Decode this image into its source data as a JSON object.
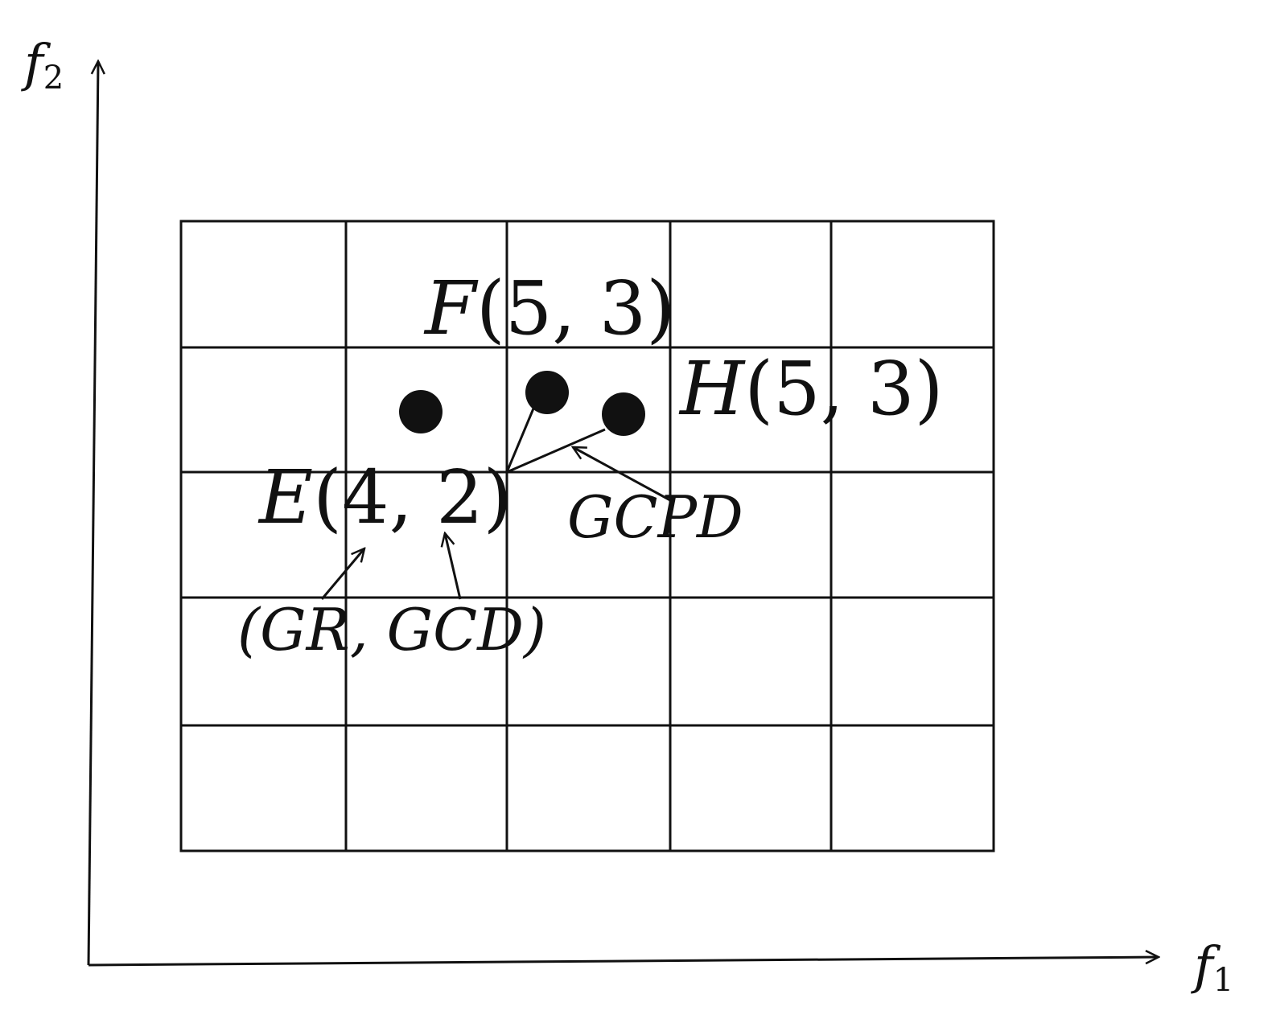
{
  "axes": {
    "x": {
      "name": "f",
      "subscript": "1"
    },
    "y": {
      "name": "f",
      "subscript": "2"
    }
  },
  "grid": {
    "columns": 5,
    "rows": 5
  },
  "points": [
    {
      "id": "E",
      "label_letter": "E",
      "label_coords": "(4, 2)"
    },
    {
      "id": "F",
      "label_letter": "F",
      "label_coords": "(5, 3)"
    },
    {
      "id": "H",
      "label_letter": "H",
      "label_coords": "(5, 3)"
    }
  ],
  "annotations": {
    "gcpd": "GCPD",
    "gr_gcd": "(GR, GCD)"
  },
  "colors": {
    "ink": "#111111",
    "background": "#ffffff"
  }
}
